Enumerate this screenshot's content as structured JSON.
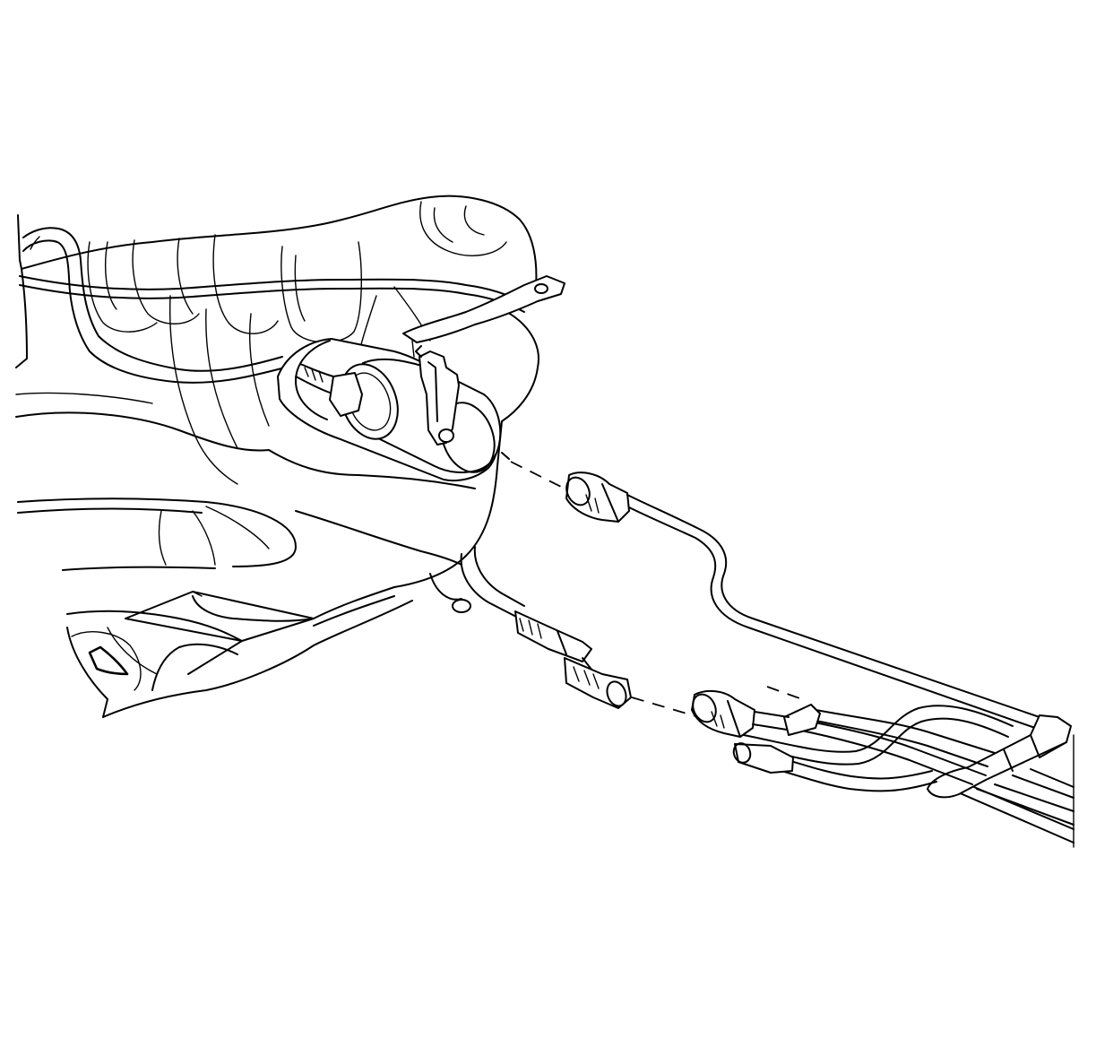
{
  "diagram": {
    "type": "line-art-illustration",
    "parts": [
      "fuel-tank",
      "fuel-filter",
      "filter-bracket",
      "upper-fuel-line",
      "lower-fuel-line",
      "frame-rail",
      "quick-connect-fitting"
    ],
    "connections": [
      {
        "from": "fuel-filter",
        "to": "upper-fuel-line",
        "style": "dashed"
      },
      {
        "from": "lower-fuel-line",
        "to": "frame-rail-line",
        "style": "dashed"
      }
    ],
    "colors": {
      "stroke": "#000000",
      "background": "#ffffff"
    }
  }
}
